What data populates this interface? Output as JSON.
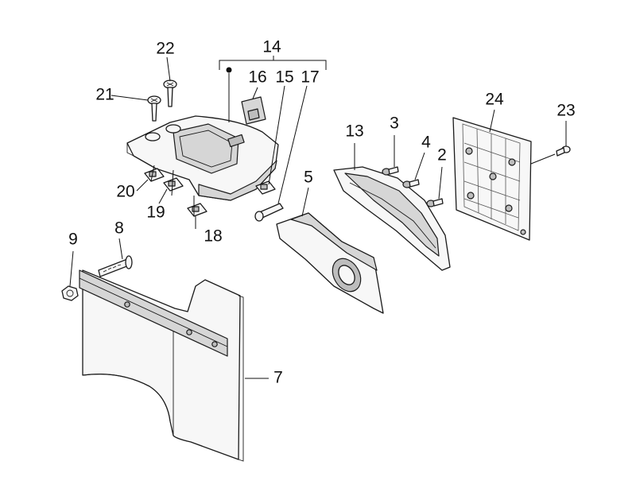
{
  "diagram": {
    "callouts": [
      {
        "id": "c2",
        "label": "2"
      },
      {
        "id": "c3",
        "label": "3"
      },
      {
        "id": "c4",
        "label": "4"
      },
      {
        "id": "c5",
        "label": "5"
      },
      {
        "id": "c7",
        "label": "7"
      },
      {
        "id": "c8",
        "label": "8"
      },
      {
        "id": "c9",
        "label": "9"
      },
      {
        "id": "c13",
        "label": "13"
      },
      {
        "id": "c14",
        "label": "14"
      },
      {
        "id": "c15",
        "label": "15"
      },
      {
        "id": "c16",
        "label": "16"
      },
      {
        "id": "c17",
        "label": "17"
      },
      {
        "id": "c18",
        "label": "18"
      },
      {
        "id": "c19",
        "label": "19"
      },
      {
        "id": "c20",
        "label": "20"
      },
      {
        "id": "c21",
        "label": "21"
      },
      {
        "id": "c22",
        "label": "22"
      },
      {
        "id": "c23",
        "label": "23"
      },
      {
        "id": "c24",
        "label": "24"
      }
    ]
  }
}
